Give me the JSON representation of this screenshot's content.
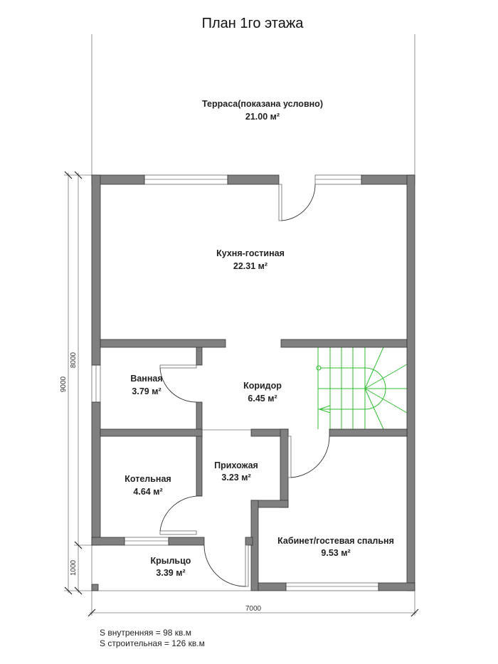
{
  "title": "План 1го этажа",
  "rooms": [
    {
      "name": "Терраса(показана условно)",
      "area": "21.00 м²"
    },
    {
      "name": "Кухня-гостиная",
      "area": "22.31 м²"
    },
    {
      "name": "Ванная",
      "area": "3.79 м²"
    },
    {
      "name": "Коридор",
      "area": "6.45 м²"
    },
    {
      "name": "Котельная",
      "area": "4.64 м²"
    },
    {
      "name": "Прихожая",
      "area": "3.23 м²"
    },
    {
      "name": "Кабинет/гостевая спальня",
      "area": "9.53 м²"
    },
    {
      "name": "Крыльцо",
      "area": "3.39 м²"
    }
  ],
  "dimensions": {
    "total_height": "9000",
    "house_height": "8000",
    "porch_height": "1000",
    "width": "7000"
  },
  "notes": {
    "inner_area": "S внутренняя = 98 кв.м",
    "build_area": "S строительная = 126 кв.м"
  },
  "colors": {
    "wall": "#808080",
    "stairs": "#2fbf2f"
  }
}
